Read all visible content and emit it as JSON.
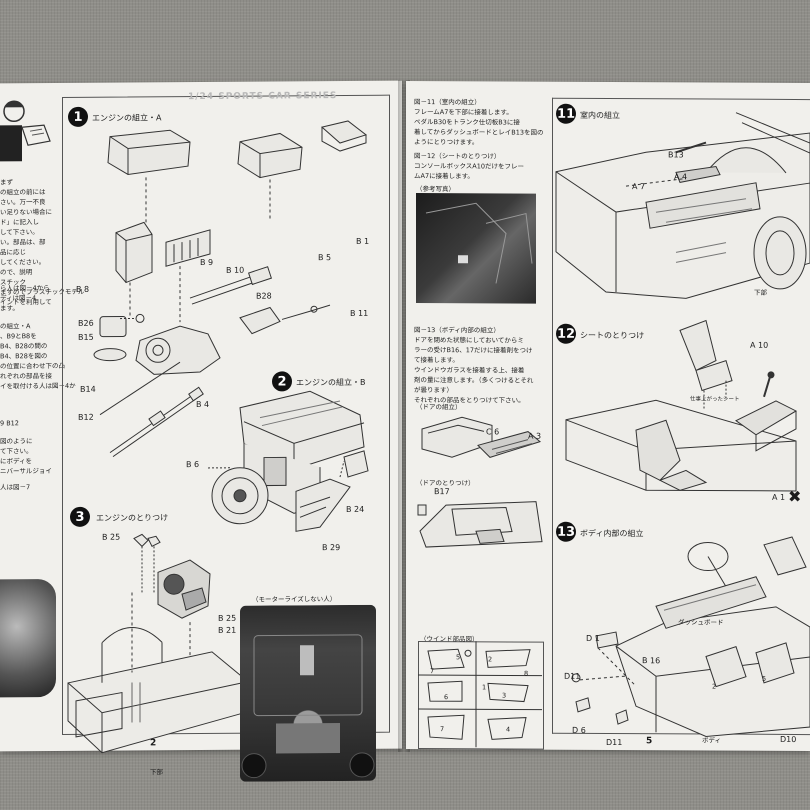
{
  "header_text": "1/24 SPORTS CAR SERIES",
  "left_page": {
    "page_number": "2",
    "sidebar_lines": [
      "まず",
      "の組立の前には",
      "さい。万一不良",
      "い足りない場合に",
      "ド」に記入し",
      "して下さい。",
      "い。部品は、部",
      "品に応じ",
      "してください。",
      "ので、説明",
      "スチック",
      "ますのでプラスチックモデル",
      "イントを利用して"
    ],
    "sidebar_lines_2": [
      "ら人は図－4から",
      "ディは図－4",
      "ます。",
      "の組立・A",
      "、B9とB8を",
      "B4、B28の間の",
      "B4、B28を図の",
      "の位置に合わせ下の凸",
      "れぞれの部品を接",
      "イを取付ける人は図－4か"
    ],
    "sidebar_lines_3": [
      "9 B12",
      "図のように",
      "て下さい。",
      "にボディを",
      "ニバーサルジョイ"
    ],
    "sidebar_lines_4": [
      "人は図－7"
    ],
    "steps": [
      {
        "number": "1",
        "title": "エンジンの組立・A",
        "labels": [
          "B 9",
          "B 10",
          "B 1",
          "B 5",
          "B 8",
          "B28",
          "B 11",
          "B26",
          "B15",
          "B14",
          "B 4",
          "B12"
        ]
      },
      {
        "number": "2",
        "title": "エンジンの組立・B",
        "labels": [
          "B 6",
          "B 24",
          "B 29"
        ]
      },
      {
        "number": "3",
        "title": "エンジンのとりつけ",
        "labels": [
          "B 25",
          "B 25",
          "B 21",
          "下部"
        ],
        "note": "（モーターライズしない人）"
      }
    ]
  },
  "right_page": {
    "page_number": "5",
    "instructions": [
      {
        "heading": "図－11（室内の組立）",
        "lines": [
          "フレームA7を下部に接着します。",
          "ペダルB30をトランク仕切板B3に接",
          "着してからダッシュボードとレイB13を図の",
          "ようにとりつけます。"
        ]
      },
      {
        "heading": "図－12（シートのとりつけ）",
        "lines": [
          "コンソールボックスA10だけをフレー",
          "ムA7に接着します。"
        ]
      },
      {
        "heading": "図－13（ボディ内部の組立）",
        "lines": [
          "ドアを閉めた状態にしておいてからミ",
          "ラーの受けB16、17だけに接着剤をつけ",
          "て接着します。",
          "ウインドウガラスを接着する上、接着",
          "剤の量に注意します。（多くつけるとそれ",
          "が曇ります）",
          "それぞれの部品をとりつけて下さい。"
        ]
      }
    ],
    "photo_caption": "（参考写真）",
    "door_caption": "（ドアの組立）",
    "door_labels": [
      "C 6",
      "A 3"
    ],
    "door2_caption": "（ドアのとりつけ）",
    "door2_labels": [
      "B17"
    ],
    "window_caption": "（ウインド部品図）",
    "window_labels": [
      "5",
      "6",
      "7",
      "2",
      "3",
      "4",
      "1",
      "7",
      "8"
    ],
    "steps": [
      {
        "number": "11",
        "title": "室内の組立",
        "labels": [
          "B13",
          "A 4",
          "A 7",
          "下部"
        ]
      },
      {
        "number": "12",
        "title": "シートのとりつけ",
        "labels": [
          "A 10",
          "仕事上がったシート",
          "A 1"
        ]
      },
      {
        "number": "13",
        "title": "ボディ内部の組立",
        "labels": [
          "ダッシュボード",
          "D 1",
          "B 16",
          "D11",
          "D 6",
          "D11",
          "ボディ",
          "D10",
          "2",
          "5"
        ]
      }
    ]
  },
  "icons": [
    "step-number-icon",
    "cross-mark-icon"
  ]
}
